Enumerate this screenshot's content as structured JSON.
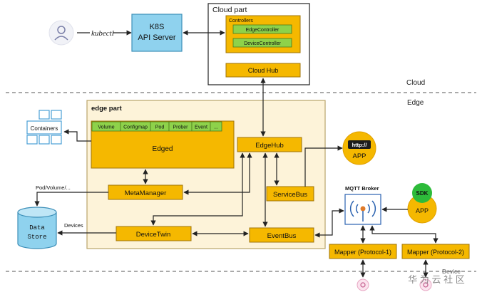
{
  "colors": {
    "orange": "#f5b800",
    "orange_border": "#a0740a",
    "green": "#8ed24a",
    "edge_bg": "#fdf3d9",
    "edge_border": "#b9a46a",
    "blue_box": "#8fd2ee",
    "blue_border": "#3d8fb8",
    "line": "#222222",
    "dash": "#555555"
  },
  "user": {
    "icon": "user-icon",
    "kubectl": "kubectl"
  },
  "k8s": {
    "title": "K8S",
    "subtitle": "API Server"
  },
  "cloud": {
    "title": "Cloud part",
    "controllers_title": "Controllers",
    "edge_controller": "EdgeController",
    "device_controller": "DeviceController",
    "cloud_hub": "Cloud Hub"
  },
  "zones": {
    "cloud": "Cloud",
    "edge": "Edge",
    "device": "Device"
  },
  "edge": {
    "title": "edge part",
    "edged_tabs": [
      "Volume",
      "Configmap",
      "Pod",
      "Prober",
      "Event",
      "..."
    ],
    "edged": "Edged",
    "edgehub": "EdgeHub",
    "metamanager": "MetaManager",
    "servicebus": "ServiceBus",
    "devicetwin": "DeviceTwin",
    "eventbus": "EventBus"
  },
  "containers": {
    "label": "Containers"
  },
  "datastore": {
    "line1": "Data",
    "line2": "Store"
  },
  "annotations": {
    "pod_volume": "Pod/Volume/...",
    "devices": "Devices"
  },
  "app_http": {
    "badge": "http://",
    "label": "APP"
  },
  "mqtt": {
    "title": "MQTT Broker",
    "icon": "broadcast-antenna-icon"
  },
  "sdk_app": {
    "badge": "SDK",
    "label": "APP"
  },
  "mappers": {
    "m1": "Mapper (Protocol-1)",
    "m2": "Mapper (Protocol-2)"
  },
  "device_icons": [
    "device-sensor-icon",
    "device-sensor-icon"
  ],
  "watermark": {
    "text": "华 为 云 社 区"
  }
}
